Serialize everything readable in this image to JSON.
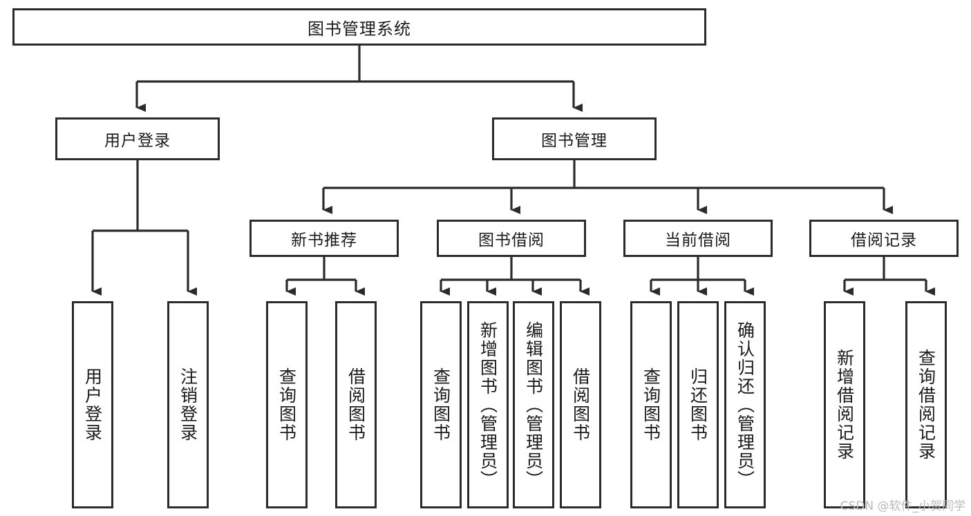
{
  "diagram": {
    "type": "tree",
    "title": "图书管理系统",
    "orientation": "top-down",
    "colors": {
      "stroke": "#2b2b2b",
      "fill": "#ffffff",
      "text": "#1a1a1a",
      "watermark": "#b9b9b9"
    },
    "root": {
      "label": "图书管理系统"
    },
    "level2": [
      {
        "label": "用户登录"
      },
      {
        "label": "图书管理"
      }
    ],
    "level3": [
      {
        "label": "新书推荐"
      },
      {
        "label": "图书借阅"
      },
      {
        "label": "当前借阅"
      },
      {
        "label": "借阅记录"
      }
    ],
    "leaves": {
      "user_login": [
        {
          "label": "用户登录"
        },
        {
          "label": "注销登录"
        }
      ],
      "new_book": [
        {
          "label": "查询图书"
        },
        {
          "label": "借阅图书"
        }
      ],
      "book_borrow": [
        {
          "label": "查询图书"
        },
        {
          "label": "新增图书（管理员）"
        },
        {
          "label": "编辑图书（管理员）"
        },
        {
          "label": "借阅图书"
        }
      ],
      "current_borrow": [
        {
          "label": "查询图书"
        },
        {
          "label": "归还图书"
        },
        {
          "label": "确认归还（管理员）"
        }
      ],
      "borrow_record": [
        {
          "label": "新增借阅记录"
        },
        {
          "label": "查询借阅记录"
        }
      ]
    }
  },
  "watermark": {
    "text": "CSDN @软件_小贺同学"
  }
}
